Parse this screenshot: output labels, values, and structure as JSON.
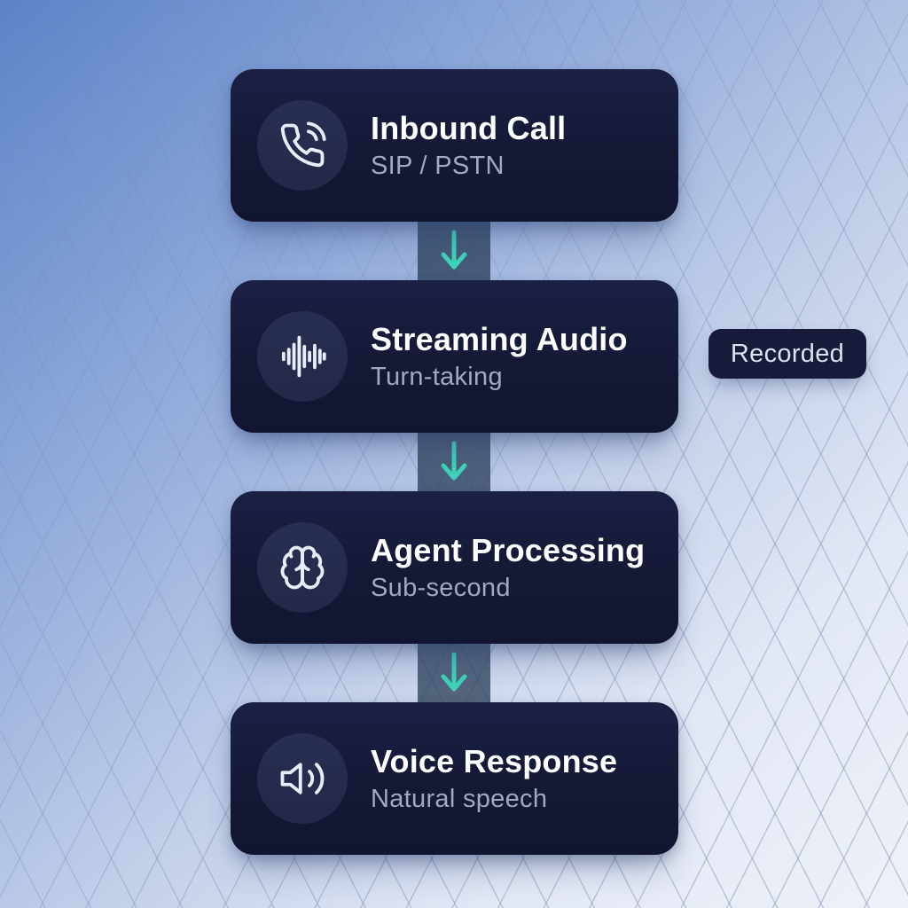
{
  "diagram": {
    "title_hint": "voice-call-pipeline-flow",
    "steps": [
      {
        "title": "Inbound Call",
        "subtitle": "SIP / PSTN",
        "icon": "phone-call-icon"
      },
      {
        "title": "Streaming Audio",
        "subtitle": "Turn-taking",
        "icon": "audio-waveform-icon"
      },
      {
        "title": "Agent Processing",
        "subtitle": "Sub-second",
        "icon": "brain-icon"
      },
      {
        "title": "Voice Response",
        "subtitle": "Natural speech",
        "icon": "speaker-icon"
      }
    ],
    "badge": {
      "label": "Recorded",
      "attached_to_step": "Streaming Audio"
    },
    "connectors": {
      "count": 3,
      "direction": "down",
      "style": "teal arrow on translucent dark band"
    },
    "colors": {
      "card_bg": "#151a38",
      "icon_circle_bg": "#2a2f4e",
      "title_text": "#ffffff",
      "subtitle_text": "#a0a9c4",
      "arrow_teal": "#3ed3b8",
      "connector_band": "rgba(36,56,80,0.72)",
      "badge_bg": "#171b39",
      "badge_text": "#dde1f2",
      "background_top_left": "#5d83c8",
      "background_bottom_right": "#eef1f8"
    }
  }
}
